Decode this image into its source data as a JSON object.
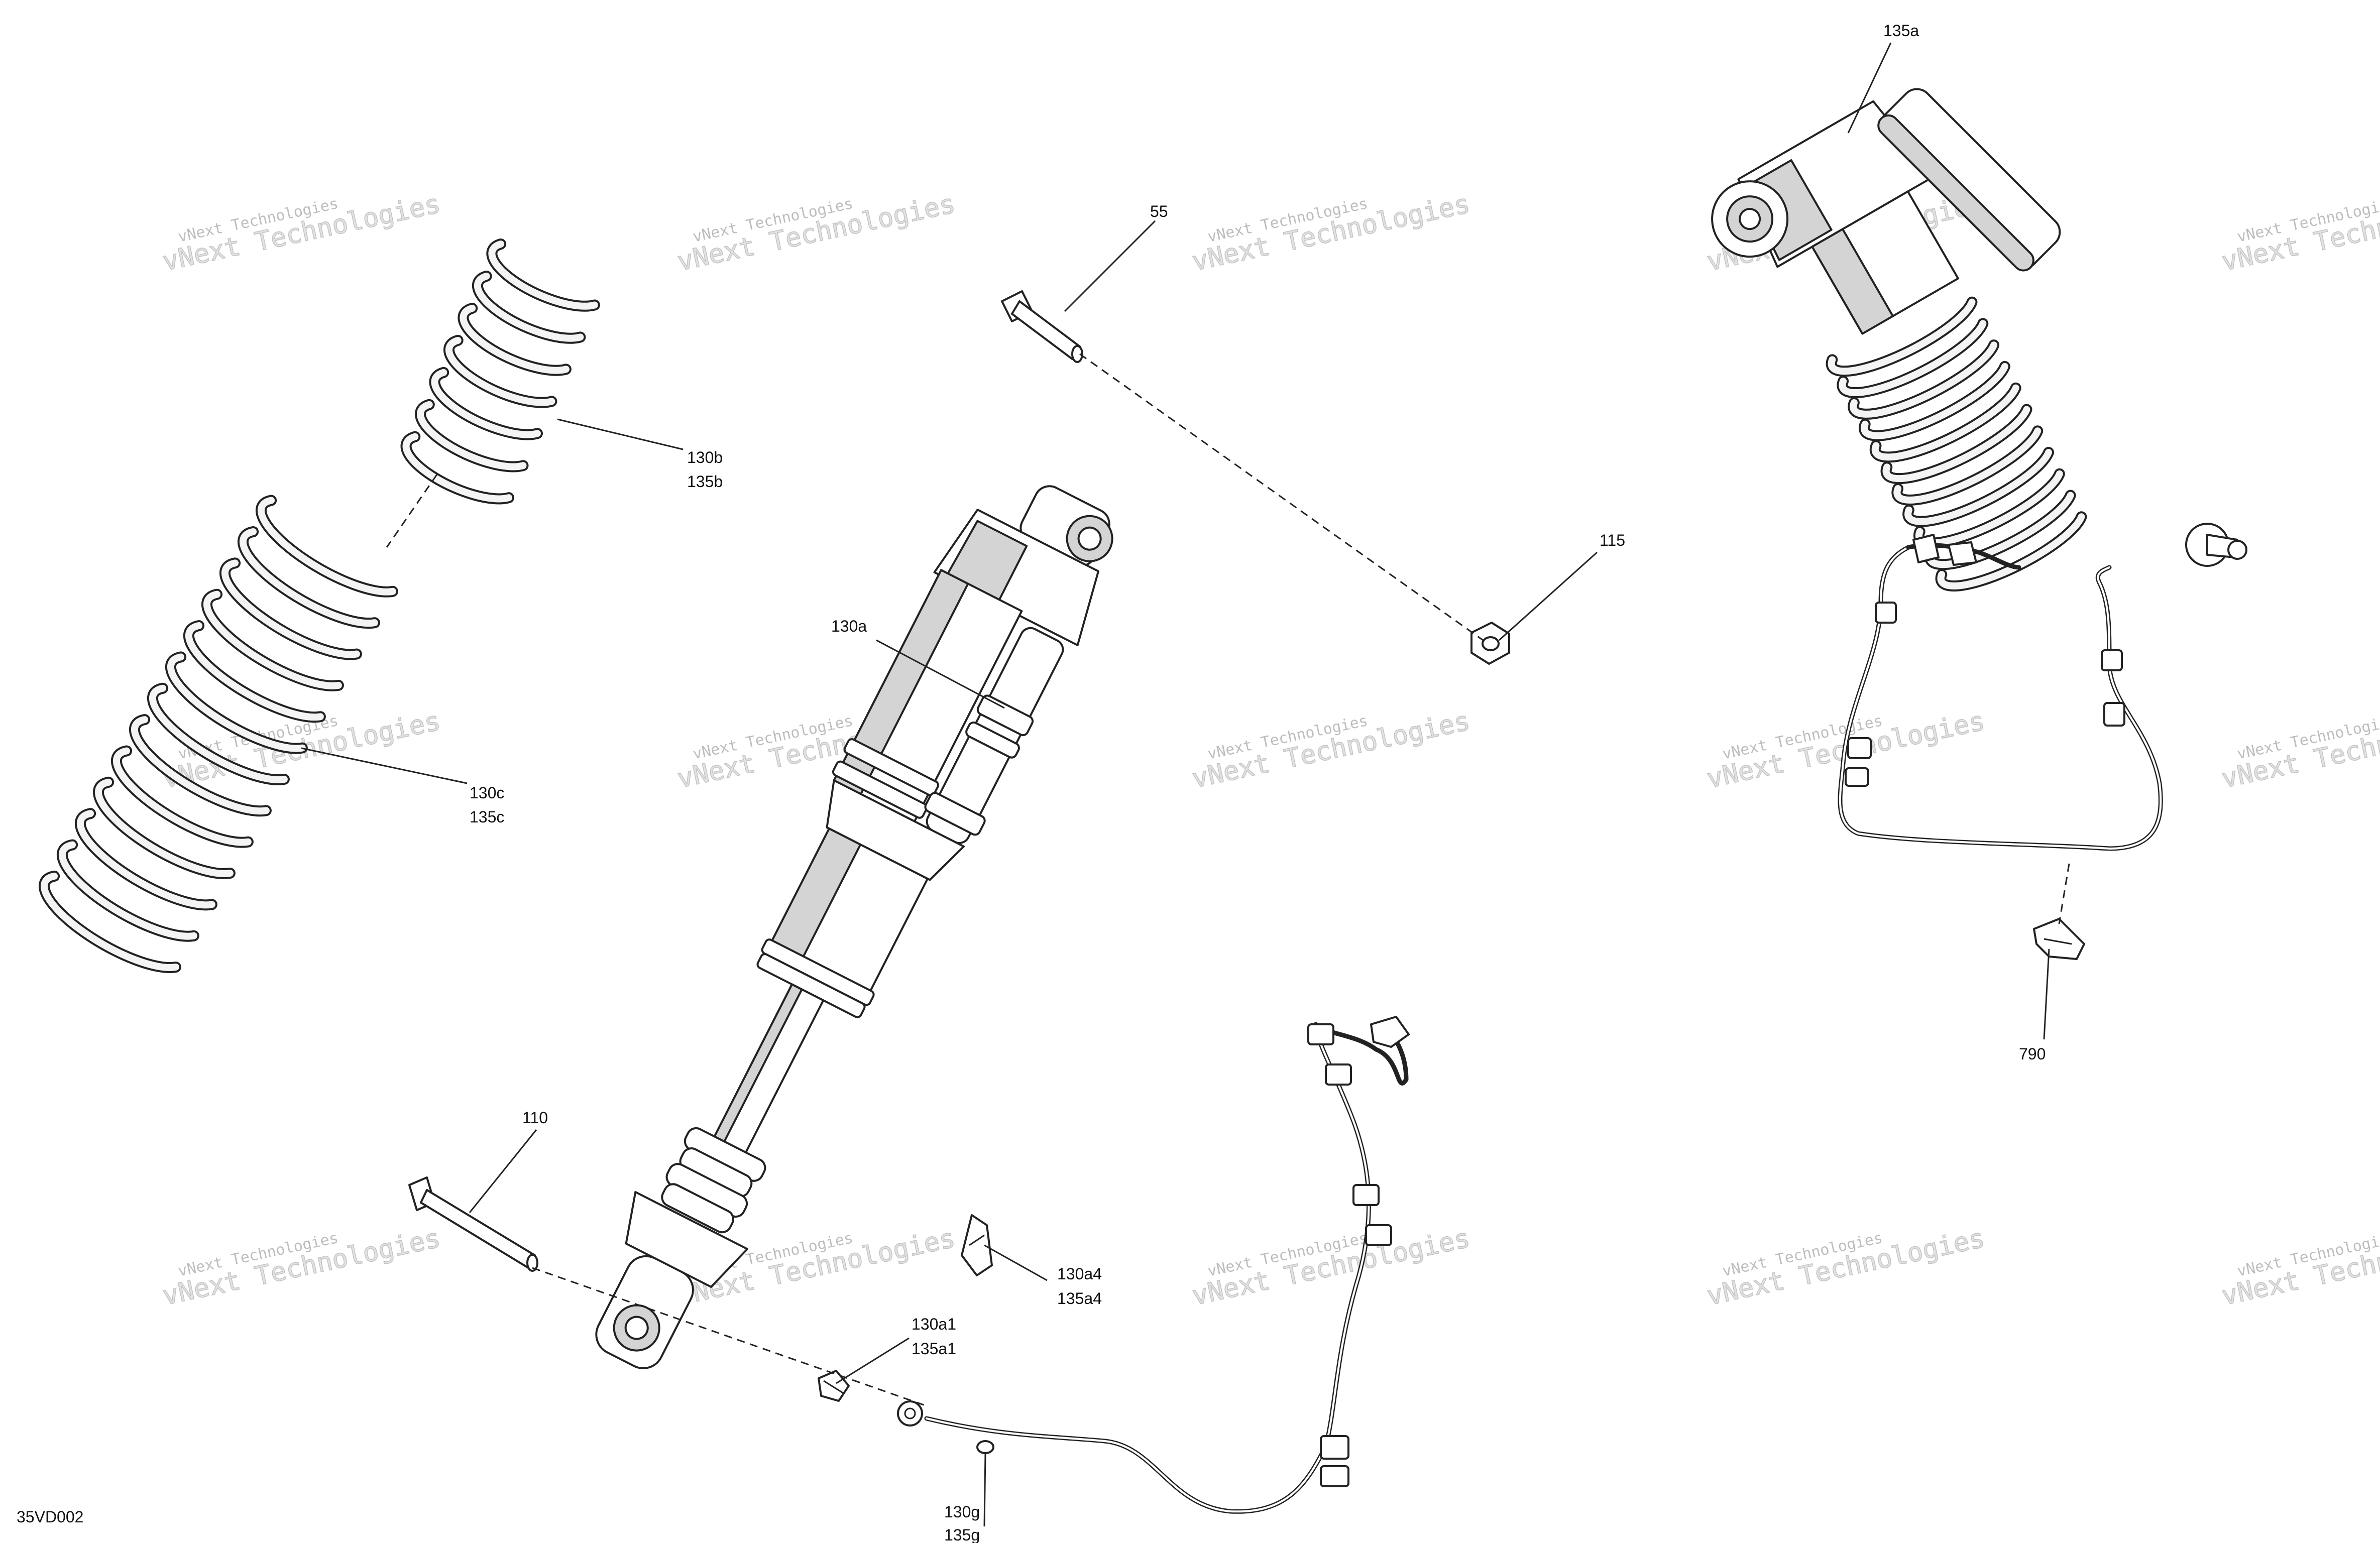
{
  "diagram_code": "35VD002",
  "watermark_text": "vNext Technologies",
  "callouts": [
    {
      "id": "c-135a",
      "text": "135a"
    },
    {
      "id": "c-55",
      "text": "55"
    },
    {
      "id": "c-130b",
      "text": "130b"
    },
    {
      "id": "c-135b",
      "text": "135b"
    },
    {
      "id": "c-115",
      "text": "115"
    },
    {
      "id": "c-130a",
      "text": "130a"
    },
    {
      "id": "c-130c",
      "text": "130c"
    },
    {
      "id": "c-135c",
      "text": "135c"
    },
    {
      "id": "c-790",
      "text": "790"
    },
    {
      "id": "c-110",
      "text": "110"
    },
    {
      "id": "c-130a4",
      "text": "130a4"
    },
    {
      "id": "c-135a4",
      "text": "135a4"
    },
    {
      "id": "c-130a1",
      "text": "130a1"
    },
    {
      "id": "c-135a1",
      "text": "135a1"
    },
    {
      "id": "c-130g",
      "text": "130g"
    },
    {
      "id": "c-135g",
      "text": "135g"
    }
  ]
}
